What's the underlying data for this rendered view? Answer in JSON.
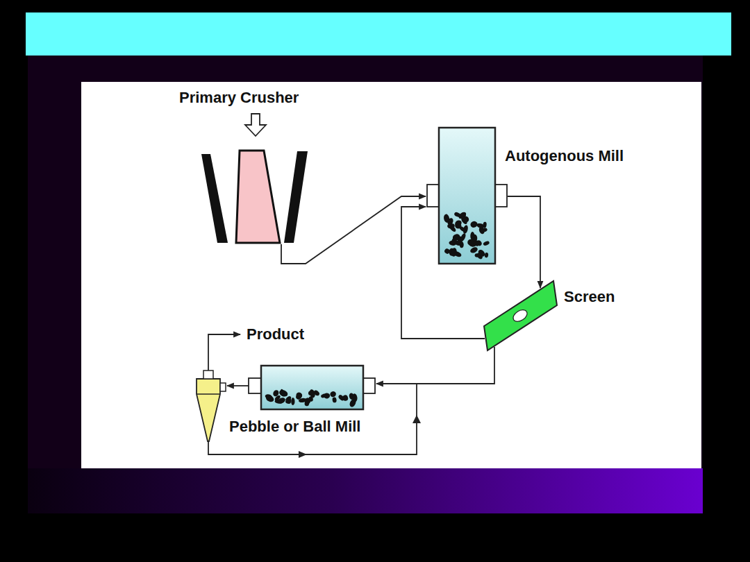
{
  "diagram": {
    "nodes": [
      {
        "text": [
          "Primary Crusher"
        ]
      },
      {
        "text": [
          "Autogenous Mill"
        ]
      },
      {
        "text": [
          "Screen"
        ]
      },
      {
        "text": [
          "Pebble or Ball Mill"
        ]
      }
    ],
    "edges": [
      {
        "from": 0,
        "to": 1,
        "arrow": "to"
      },
      {
        "from": 1,
        "to": 2,
        "arrow": "to"
      },
      {
        "from": 2,
        "to": 1,
        "arrow": "to"
      },
      {
        "from": 2,
        "to": 3,
        "arrow": "to"
      }
    ],
    "labels": [
      "Product"
    ]
  }
}
